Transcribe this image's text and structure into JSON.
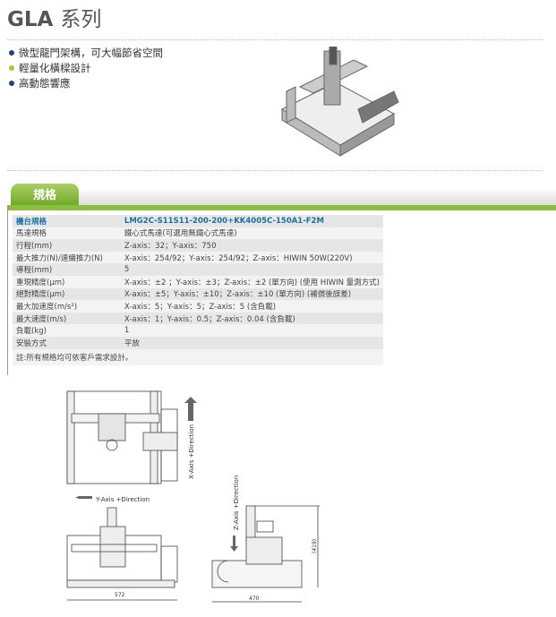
{
  "header": {
    "title_latin": "GLA",
    "title_cn": "系列"
  },
  "features": [
    {
      "text": "微型龍門架構，可大幅節省空間",
      "color": "#2b3a8f"
    },
    {
      "text": "輕量化橫樑設計",
      "color": "#a8c62a"
    },
    {
      "text": "高動態響應",
      "color": "#2b3a8f"
    }
  ],
  "spec_tab": {
    "label": "規格"
  },
  "spec_table": {
    "header": {
      "label": "機台規格",
      "value": "LMG2C-S11S11-200-200+KK4005C-150A1-F2M"
    },
    "rows": [
      {
        "label": "馬達規格",
        "value": "鐵心式馬達(可選用無鐵心式馬達)"
      },
      {
        "label": "行程(mm)",
        "value": "Z-axis：32；Y-axis：750"
      },
      {
        "label": "最大推力(N)/連續推力(N)",
        "value": "X-axis：254/92；Y-axis：254/92；Z-axis：HIWIN 50W(220V)"
      },
      {
        "label": "導程(mm)",
        "value": "5"
      },
      {
        "label": "重現精度(μm)",
        "value": "X-axis：±2 ；Y-axis：±3；Z-axis：±2 (單方向) (使用 HIWIN 量測方式)"
      },
      {
        "label": "絕對精度(μm)",
        "value": "X-axis：±5；Y-axis：±10；Z-axis：±10 (單方向) (補償後誤差)"
      },
      {
        "label": "最大加速度(m/s²)",
        "value": "X-axis：5；Y-axis：5；Z-axis：5 (含負載)"
      },
      {
        "label": "最大速度(m/s)",
        "value": "X-axis：1；Y-axis：0.5；Z-axis：0.04 (含負載)"
      },
      {
        "label": "負載(kg)",
        "value": "1"
      },
      {
        "label": "安裝方式",
        "value": "平放"
      }
    ],
    "note": "註:所有規格均可依客戶需求設計。"
  },
  "drawings": {
    "x_dir": "X-Axis +Direction",
    "y_dir": "Y-Axis +Direction",
    "z_dir": "Z-Axis +Direction",
    "width_front": "572",
    "width_side": "470",
    "height_side": "(419)"
  }
}
